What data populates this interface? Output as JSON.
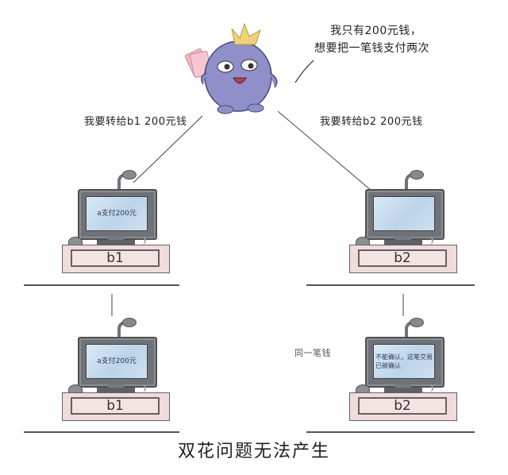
{
  "speech_bubble": {
    "line1": "我只有200元钱，",
    "line2": "想要把一笔钱支付两次"
  },
  "requests": {
    "to_b1": "我要转给b1 200元钱",
    "to_b2": "我要转给b2 200元钱"
  },
  "nodes": {
    "top_left": {
      "label": "b1",
      "screen_text": "a支付200元"
    },
    "top_right": {
      "label": "b2",
      "screen_text": ""
    },
    "bottom_left": {
      "label": "b1",
      "screen_text": "a支付200元"
    },
    "bottom_right": {
      "label": "b2",
      "screen_text": "不能确认，这笔交易已被确认"
    }
  },
  "annotation": "同一笔钱",
  "caption": "双花问题无法产生",
  "colors": {
    "mascot_body": "#8f8fc9",
    "mascot_crown": "#f0d27a",
    "money": "#f4b8c4",
    "desk": "#efdcdc",
    "screen": "#cfe0ef",
    "monitor": "#6f7378"
  }
}
